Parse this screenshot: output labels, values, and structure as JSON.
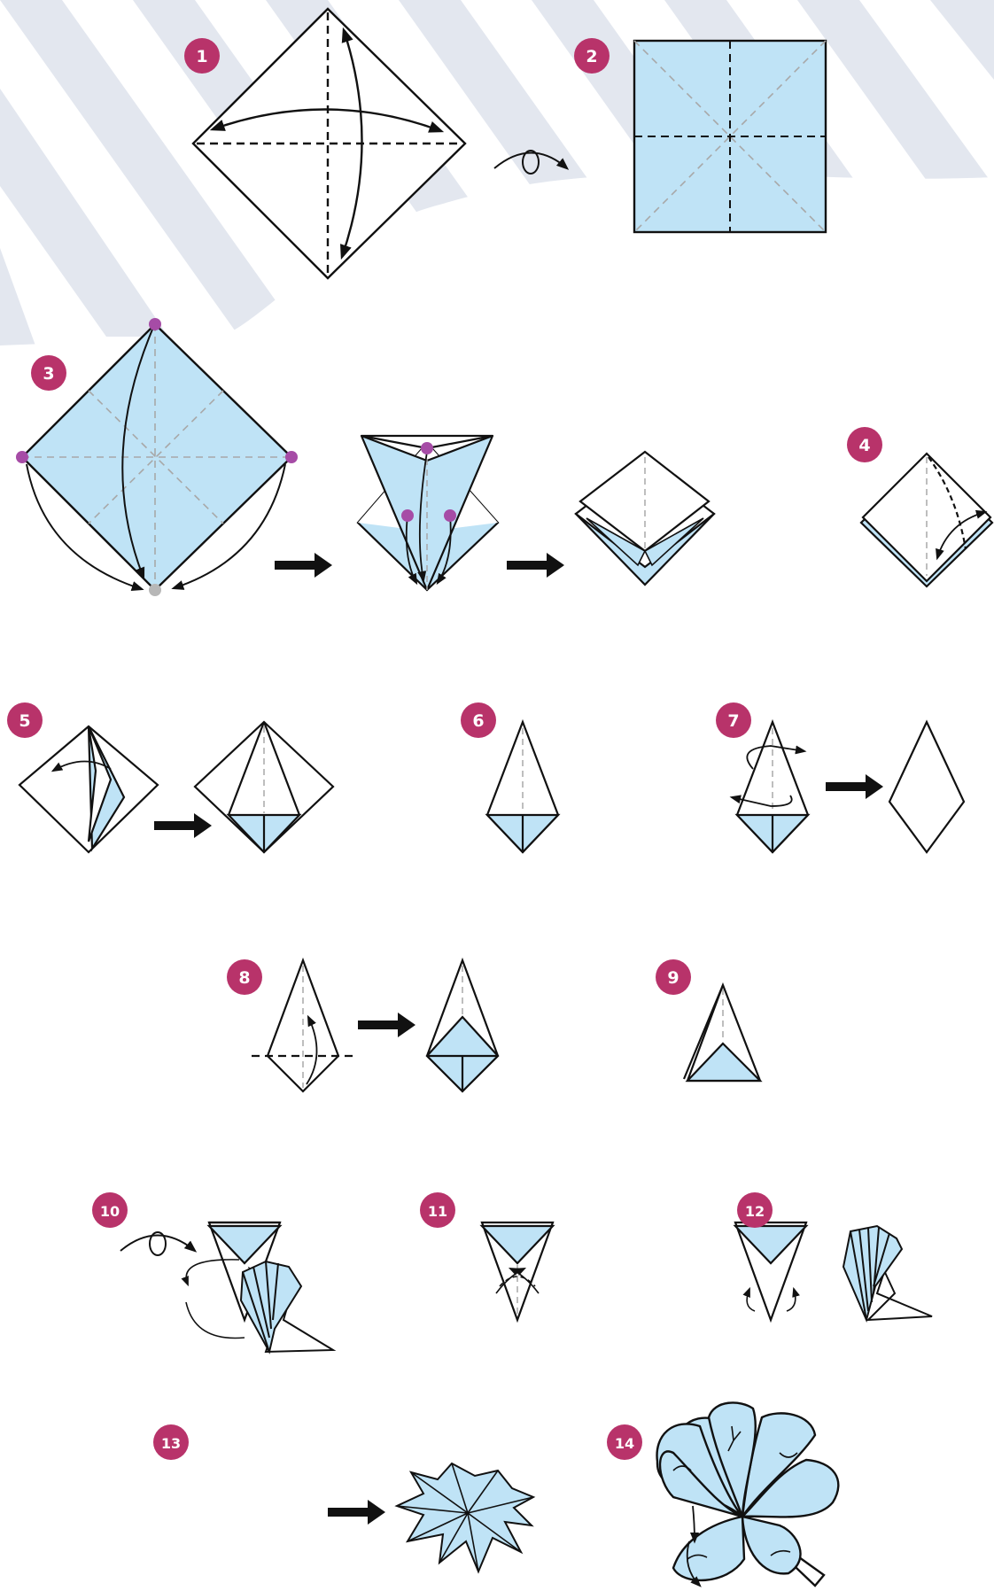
{
  "diagram": {
    "steps": [
      {
        "number": "1"
      },
      {
        "number": "2"
      },
      {
        "number": "3"
      },
      {
        "number": "4"
      },
      {
        "number": "5"
      },
      {
        "number": "6"
      },
      {
        "number": "7"
      },
      {
        "number": "8"
      },
      {
        "number": "9"
      },
      {
        "number": "10"
      },
      {
        "number": "11"
      },
      {
        "number": "12"
      },
      {
        "number": "13"
      },
      {
        "number": "14"
      }
    ],
    "colors": {
      "paper_blue": "#bfe3f6",
      "paper_white": "#ffffff",
      "outline": "#111111",
      "badge": "#b8336a",
      "reference_dot": "#a64ca6",
      "target_dot": "#b7b7b7",
      "background_stripe": "#e3e7ef",
      "crease_gray": "#a8a8a8"
    },
    "icons": [
      "turn-over-icon",
      "next-arrow-icon",
      "fold-arrow-icon",
      "valley-fold-line",
      "flower-icon"
    ]
  }
}
